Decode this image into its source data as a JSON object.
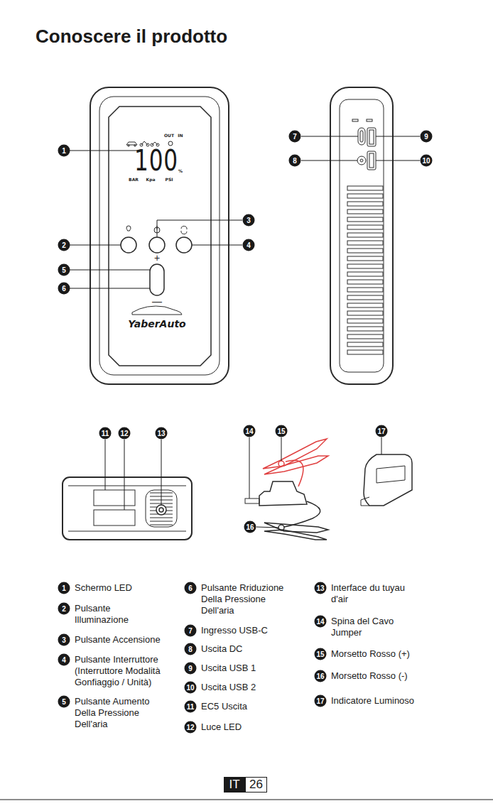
{
  "diagram": {
    "title": "Conoscere il prodotto",
    "nodes": [
      {
        "text": [
          "IT"
        ]
      },
      {
        "text": [
          "26"
        ]
      }
    ],
    "labels": [
      "OUT",
      "IN",
      "100",
      "%",
      "BAR",
      "Kpa",
      "PSI",
      "+",
      "—",
      "YaberAuto",
      "1",
      "2",
      "3",
      "4",
      "5",
      "6",
      "7",
      "8",
      "9",
      "10",
      "11",
      "12",
      "13",
      "14",
      "15",
      "16",
      "17",
      "1",
      "Schermo LED",
      "2",
      "Pulsante Illuminazione",
      "3",
      "Pulsante Accensione",
      "4",
      "Pulsante Interruttore (Interruttore Modalità Gonfiaggio / Unità)",
      "5",
      "Pulsante Aumento Della Pressione Dell'aria",
      "6",
      "Pulsante Rriduzione Della Pressione Dell'aria",
      "7",
      "Ingresso USB-C",
      "8",
      "Uscita DC",
      "9",
      "Uscita USB 1",
      "10",
      "Uscita USB 2",
      "11",
      "EC5 Uscita",
      "12",
      "Luce LED",
      "13",
      "Interface du tuyau d'air",
      "14",
      "Spina del Cavo Jumper",
      "15",
      "Morsetto Rosso (+)",
      "16",
      "Morsetto Rosso (-)",
      "17",
      "Indicatore Luminoso"
    ]
  }
}
